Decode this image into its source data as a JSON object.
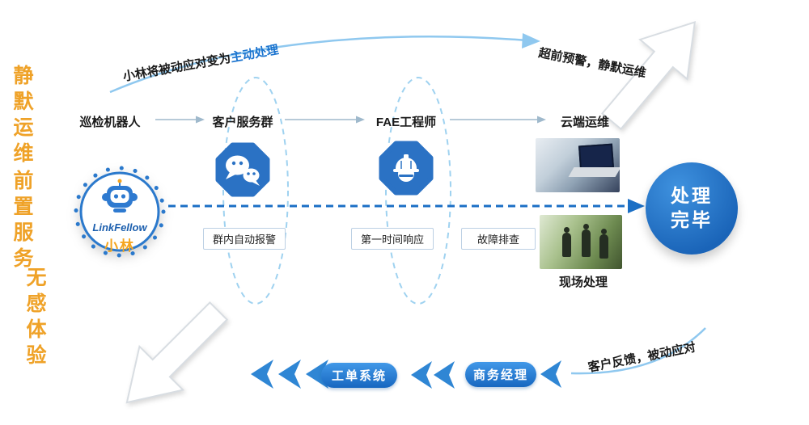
{
  "slogan": {
    "line1": "静默运维",
    "line2": "前置服务",
    "line3": "无感体验"
  },
  "annotations": {
    "top_left_prefix": "小林将被动应对变为",
    "top_left_highlight": "主动处理",
    "top_right": "超前预警，静默运维",
    "bottom_right": "客户反馈，被动应对"
  },
  "actors": {
    "robot": "巡检机器人",
    "service_group": "客户服务群",
    "fae": "FAE工程师",
    "cloud_ops": "云端运维",
    "onsite": "现场处理"
  },
  "steps": {
    "auto_alarm": "群内自动报警",
    "first_response": "第一时间响应",
    "troubleshoot": "故障排查"
  },
  "linkfellow": {
    "brand": "LinkFellow",
    "name": "小林"
  },
  "done_badge": {
    "line1": "处理",
    "line2": "完毕"
  },
  "bottom_flow": {
    "ticket_system": "工单系统",
    "business_manager": "商务经理"
  },
  "icons": {
    "wechat": "wechat-icon",
    "engineer": "engineer-helmet-icon",
    "robot_avatar": "robot-avatar-icon",
    "flow_arrow": "flow-arrow-icon",
    "chevron": "chevron-left-icon",
    "big_arrow_up": "big-arrow-up-right-icon",
    "big_arrow_down": "big-arrow-down-left-icon"
  },
  "colors": {
    "primary_blue": "#2b72c4",
    "dark_blue": "#1a64b8",
    "accent_orange": "#efa228",
    "light_blue": "#8fc8ef",
    "text_dark": "#1a1a1a"
  }
}
